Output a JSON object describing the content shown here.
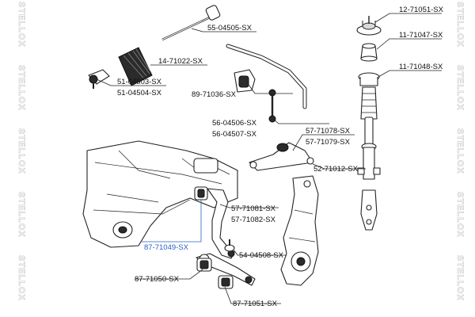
{
  "watermark": {
    "text": "STELLOX",
    "color": "#c9c9c9"
  },
  "highlight_color": "#2a63c2",
  "labels": {
    "p12_71051": "12-71051-SX",
    "p11_71047": "11-71047-SX",
    "p11_71048": "11-71048-SX",
    "p55_04505": "55-04505-SX",
    "p14_71022": "14-71022-SX",
    "p51_04503": "51-04503-SX",
    "p51_04504": "51-04504-SX",
    "p89_71036": "89-71036-SX",
    "p56_04506": "56-04506-SX",
    "p56_04507": "56-04507-SX",
    "p57_71078": "57-71078-SX",
    "p57_71079": "57-71079-SX",
    "p52_71012": "52-71012-SX",
    "p57_71081": "57-71081-SX",
    "p57_71082": "57-71082-SX",
    "p87_71049": "87-71049-SX",
    "p54_04508": "54-04508-SX",
    "p87_71050": "87-71050-SX",
    "p87_71051": "87-71051-SX"
  },
  "icons": {
    "strut_mount": "strut-mount-icon",
    "bump_stop": "bump-stop-icon",
    "spring_seat": "spring-seat-icon",
    "boot": "dust-boot-icon",
    "tie_rod": "tie-rod-icon",
    "steering_boot": "steering-boot-icon",
    "tie_rod_end": "tie-rod-end-icon",
    "stabilizer_bushing": "stabilizer-bushing-icon",
    "stabilizer_link": "stabilizer-link-icon",
    "upper_arm": "upper-control-arm-icon",
    "shock_absorber": "shock-absorber-icon",
    "subframe": "subframe-icon",
    "lower_arm": "lower-control-arm-icon",
    "knuckle": "steering-knuckle-icon",
    "ball_joint": "ball-joint-icon"
  }
}
